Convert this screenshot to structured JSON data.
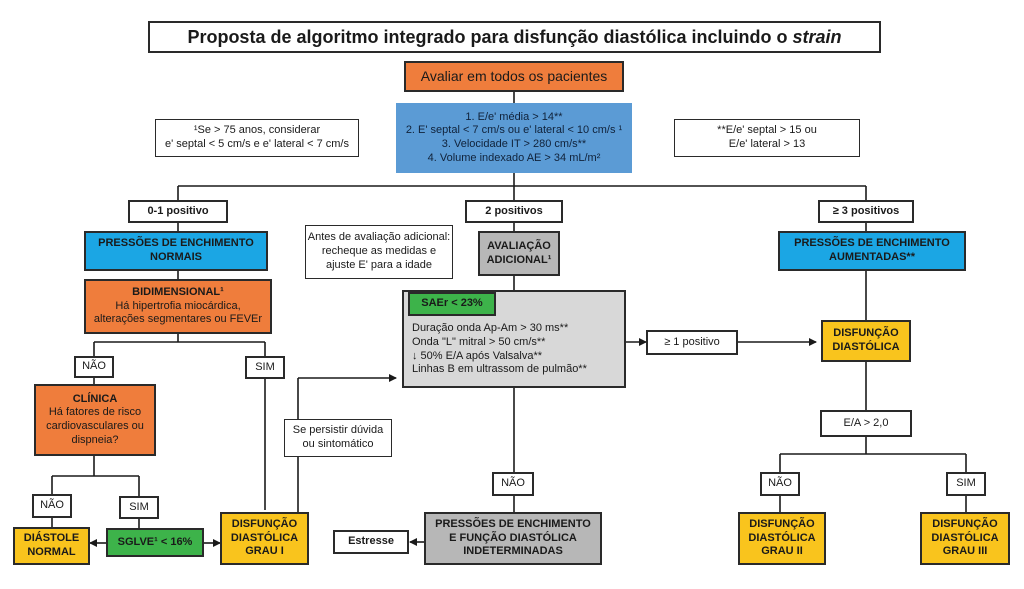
{
  "title": {
    "text": "Proposta de algoritmo integrado para disfunção diastólica incluindo o",
    "italic": "strain"
  },
  "start": "Avaliar em todos os pacientes",
  "criteria": [
    "1. E/e' média > 14**",
    "2. E' septal < 7 cm/s ou e' lateral < 10 cm/s ¹",
    "3. Velocidade IT > 280 cm/s**",
    "4. Volume indexado AE > 34 mL/m²"
  ],
  "note_left": [
    "¹Se > 75 anos, considerar",
    "e' septal < 5 cm/s e e' lateral < 7 cm/s"
  ],
  "note_right": [
    "**E/e' septal > 15 ou",
    "E/e' lateral > 13"
  ],
  "branches": {
    "left": "0-1 positivo",
    "middle": "2 positivos",
    "right": "≥ 3 positivos"
  },
  "normal_pressures": [
    "PRESSÕES DE ENCHIMENTO",
    "NORMAIS"
  ],
  "bidimensional": {
    "title": "BIDIMENSIONAL¹",
    "lines": [
      "Há hipertrofia miocárdica,",
      "alterações segmentares ou FEVEr"
    ]
  },
  "nao_1": "NÃO",
  "sim_1": "SIM",
  "clinica": {
    "title": "CLÍNICA",
    "lines": [
      "Há fatores de risco",
      "cardiovasculares ou",
      "dispneia?"
    ]
  },
  "nao_2": "NÃO",
  "sim_2": "SIM",
  "diastole_normal": [
    "DIÁSTOLE",
    "NORMAL"
  ],
  "sglve": "SGLVE¹ < 16%",
  "disf_grau1": [
    "DISFUNÇÃO",
    "DIASTÓLICA",
    "GRAU I"
  ],
  "persist_note": [
    "Se persistir dúvida",
    "ou sintomático"
  ],
  "before_note": [
    "Antes de avaliação adicional:",
    "recheque as medidas e",
    "ajuste E' para a idade"
  ],
  "avaliacao": [
    "AVALIAÇÃO",
    "ADICIONAL¹"
  ],
  "saer": "SAEr < 23%",
  "additional": [
    "Duração onda Ap-Am > 30 ms**",
    "Onda \"L\" mitral > 50 cm/s**",
    "↓ 50% E/A após Valsalva**",
    "Linhas B em ultrassom de pulmão**"
  ],
  "one_positive": "≥ 1 positivo",
  "nao_mid": "NÃO",
  "indeterminate": [
    "PRESSÕES DE ENCHIMENTO",
    "E FUNÇÃO DIASTÓLICA",
    "INDETERMINADAS"
  ],
  "estresse": "Estresse",
  "increased_pressures": [
    "PRESSÕES DE ENCHIMENTO",
    "AUMENTADAS**"
  ],
  "disf_right": [
    "DISFUNÇÃO",
    "DIASTÓLICA"
  ],
  "ea": "E/A > 2,0",
  "nao_right": "NÃO",
  "sim_right": "SIM",
  "disf_grau2": [
    "DISFUNÇÃO",
    "DIASTÓLICA",
    "GRAU II"
  ],
  "disf_grau3": [
    "DISFUNÇÃO",
    "DIASTÓLICA",
    "GRAU III"
  ],
  "colors": {
    "orange": "#ef7d3c",
    "blue": "#1ba6e4",
    "steel": "#5b9bd5",
    "yellow": "#f9c41d",
    "green": "#3db34a",
    "gray": "#b7b7b7"
  }
}
